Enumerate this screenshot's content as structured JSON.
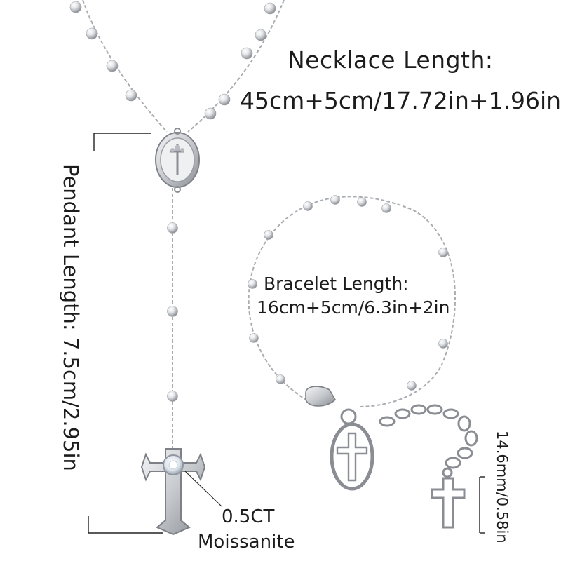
{
  "necklace": {
    "title": "Necklace Length:",
    "value": "45cm+5cm/17.72in+1.96in"
  },
  "pendant": {
    "label": "Pendant Length:  7.5cm/2.95in"
  },
  "bracelet": {
    "title": "Bracelet Length:",
    "value": "16cm+5cm/6.3in+2in"
  },
  "stone": {
    "carat": "0.5CT",
    "name": "Moissanite"
  },
  "cross": {
    "size": "14.6mm/0.58in"
  },
  "colors": {
    "background": "#ffffff",
    "silver": "#c9ccd1",
    "silver_dark": "#8a8e94",
    "text": "#1c1c1c",
    "dimension_line": "#222222"
  }
}
